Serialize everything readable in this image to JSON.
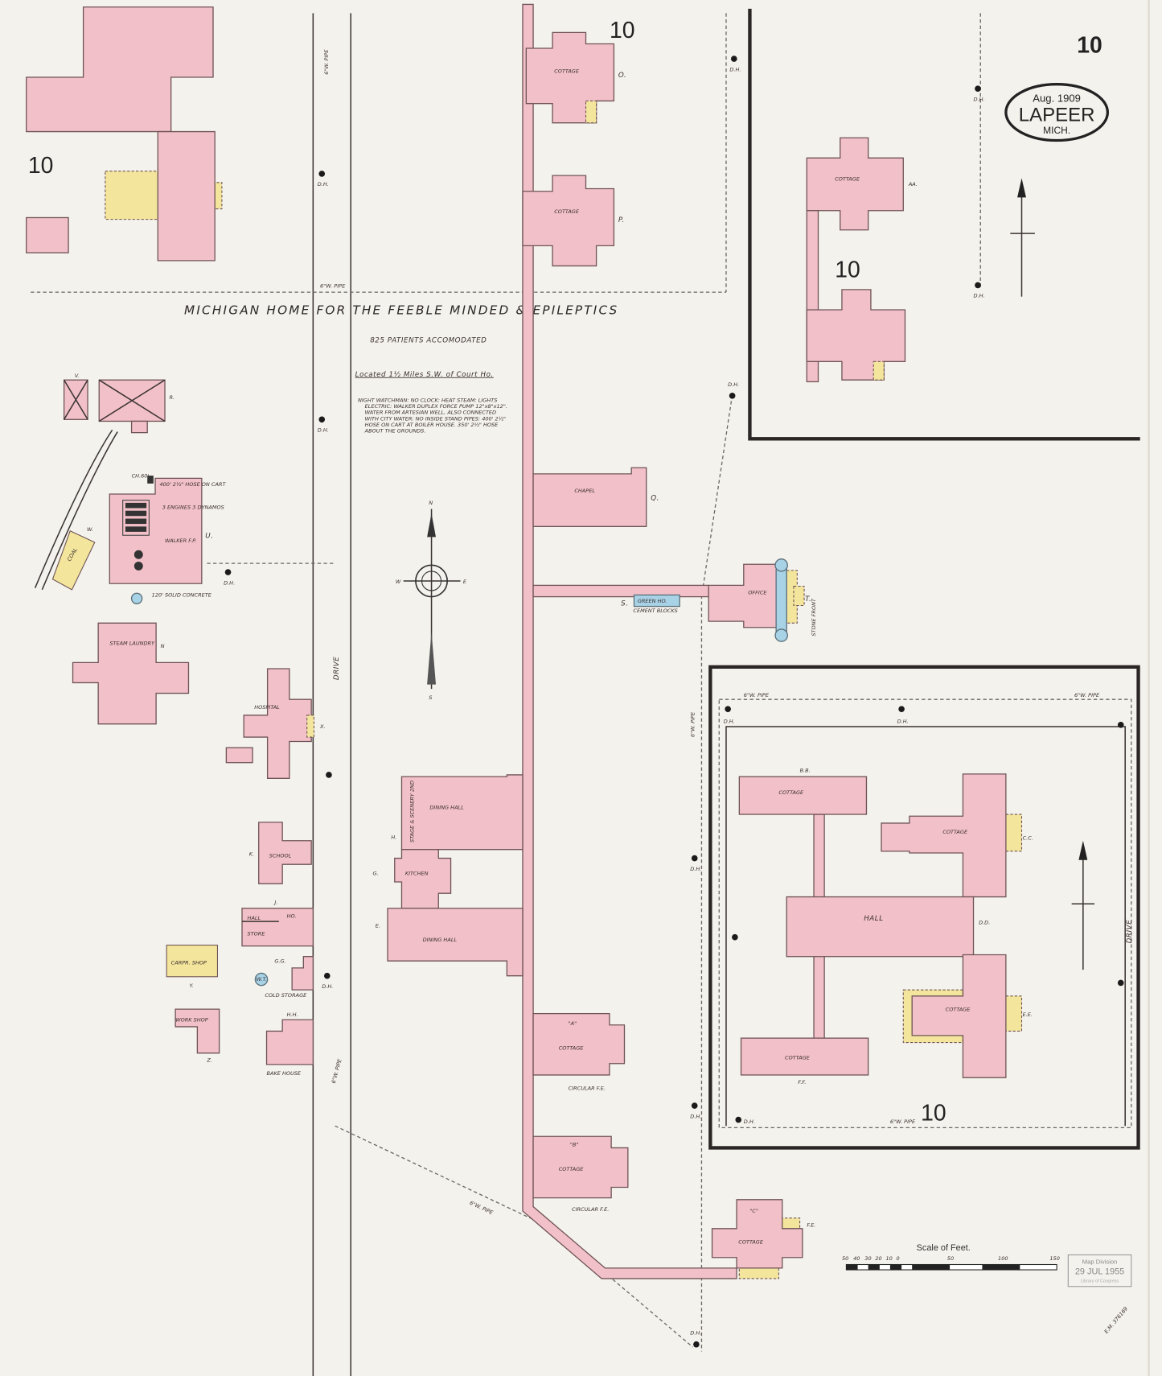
{
  "sheet": {
    "number": "10",
    "block_numbers": [
      "10",
      "10",
      "10",
      "10"
    ]
  },
  "cartouche": {
    "date": "Aug. 1909",
    "city": "LAPEER",
    "state": "MICH."
  },
  "title": "MICHIGAN HOME FOR THE FEEBLE MINDED & EPILEPTICS",
  "patients": "825 PATIENTS ACCOMODATED",
  "location": "Located 1½ Miles S.W. of Court Ho.",
  "notes": [
    "NIGHT WATCHMAN: NO CLOCK: HEAT STEAM: LIGHTS",
    "ELECTRIC: WALKER DUPLEX FORCE PUMP 12\"x8\"x12\".",
    "WATER FROM ARTESIAN WELL, ALSO CONNECTED",
    "WITH CITY WATER: NO INSIDE STAND PIPES: 400' 2½\"",
    "HOSE ON CART AT BOILER HOUSE. 350' 2½\" HOSE",
    "ABOUT THE GROUNDS."
  ],
  "streets": {
    "drive": "DRIVE",
    "pipe": "6\"W. PIPE",
    "hydrant": "D.H."
  },
  "buildings": {
    "cottage_o": {
      "name": "COTTAGE",
      "letter": "O."
    },
    "cottage_p": {
      "name": "COTTAGE",
      "letter": "P."
    },
    "cottage_aa": {
      "name": "COTTAGE",
      "letter": "AA."
    },
    "chapel": {
      "name": "CHAPEL",
      "letter": "Q."
    },
    "office": {
      "name": "OFFICE",
      "letter": "T.",
      "front": "STONE FRONT"
    },
    "green_ho": {
      "name": "GREEN HO.",
      "letter": "S.",
      "material": "CEMENT BLOCKS"
    },
    "boiler": {
      "letter": "U.",
      "hose": "400' 2½\" HOSE ON CART",
      "engines": "3 ENGINES 3 DYNAMOS",
      "pump": "WALKER F.P.",
      "chimney": "CH.60'"
    },
    "coal": {
      "name": "COAL",
      "letter": "W."
    },
    "v": {
      "letter": "V."
    },
    "r": {
      "letter": "R."
    },
    "tank": {
      "text": "120' SOLID CONCRETE"
    },
    "laundry": {
      "name": "STEAM LAUNDRY",
      "letter": "N"
    },
    "hospital": {
      "name": "HOSPITAL",
      "letter": "X."
    },
    "school": {
      "name": "SCHOOL",
      "letter": "K."
    },
    "store": {
      "name": "STORE",
      "letter": "J.",
      "hall": "HALL",
      "ho": "HO."
    },
    "cold_storage": {
      "name": "COLD STORAGE",
      "letter": "G.G.",
      "wt": "W.T."
    },
    "carpr_shop": {
      "name": "CARPR. SHOP",
      "letter": "Y."
    },
    "work_shop": {
      "name": "WORK SHOP",
      "letter": "Z."
    },
    "bake_house": {
      "name": "BAKE HOUSE",
      "letter": "H.H."
    },
    "dining_1": {
      "name": "DINING HALL",
      "letter": "H.",
      "side": "STAGE & SCENERY 2ND"
    },
    "kitchen": {
      "name": "KITCHEN",
      "letter": "G."
    },
    "dining_2": {
      "name": "DINING HALL",
      "letter": "E."
    },
    "cottage_a": {
      "name": "COTTAGE",
      "letter": "\"A\"",
      "fe": "CIRCULAR F.E."
    },
    "cottage_b": {
      "name": "COTTAGE",
      "letter": "\"B\"",
      "fe": "CIRCULAR F.E."
    },
    "cottage_c": {
      "name": "COTTAGE",
      "letter": "\"C\"",
      "fe": "F.E."
    },
    "cottage_bb": {
      "name": "COTTAGE",
      "letter": "B.B."
    },
    "cottage_cc": {
      "name": "COTTAGE",
      "letter": "C.C."
    },
    "hall": {
      "name": "HALL",
      "letter": "D.D."
    },
    "cottage_ee": {
      "name": "COTTAGE",
      "letter": "E.E."
    },
    "cottage_ff": {
      "name": "COTTAGE",
      "letter": "F.F."
    }
  },
  "compass": {
    "n": "N",
    "s": "S",
    "e": "E",
    "w": "W"
  },
  "scale": {
    "title": "Scale of Feet.",
    "ticks": [
      "50",
      "40",
      "30",
      "20",
      "10",
      "0",
      "50",
      "100",
      "150"
    ]
  },
  "stamp": {
    "line1": "Map Division",
    "line2": "29 JUL 1955",
    "line3": "Library of Congress"
  },
  "mark": "E.M. 376169",
  "colors": {
    "brick": "#f2c0c8",
    "frame": "#f3e59b",
    "stone": "#a8d2e6"
  }
}
